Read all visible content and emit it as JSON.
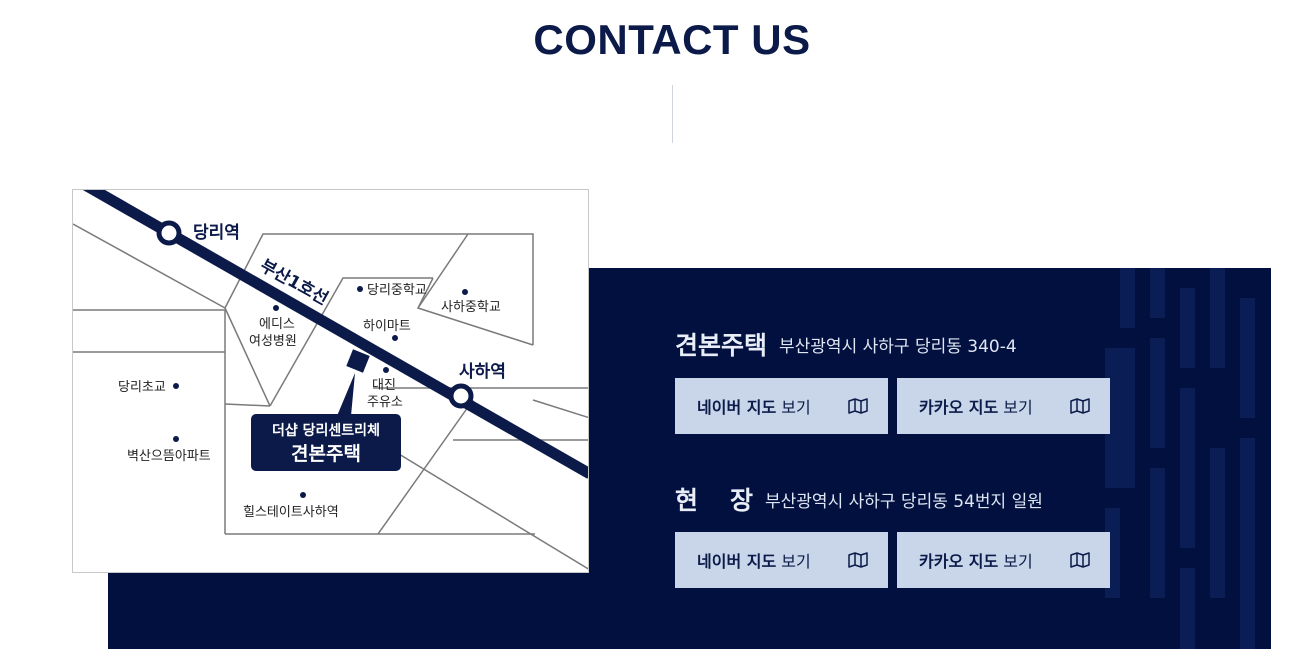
{
  "heading": "CONTACT US",
  "map": {
    "stations": [
      "당리역",
      "사하역"
    ],
    "line_label": "부산1호선",
    "landmarks": [
      "당리중학교",
      "사하중학교",
      "에디스",
      "여성병원",
      "하이마트",
      "대진",
      "주유소",
      "당리초교",
      "벽산으뜸아파트",
      "힐스테이트사하역"
    ],
    "callout_line1": "더샵 당리센트리체",
    "callout_line2": "견본주택"
  },
  "locations": [
    {
      "name": "견본주택",
      "address": "부산광역시 사하구 당리동 340-4",
      "buttons": [
        {
          "bold": "네이버 지도",
          "normal": "보기",
          "icon": "map-icon"
        },
        {
          "bold": "카카오 지도",
          "normal": "보기",
          "icon": "map-icon"
        }
      ]
    },
    {
      "name": "현장",
      "address": "부산광역시 사하구 당리동 54번지 일원",
      "buttons": [
        {
          "bold": "네이버 지도",
          "normal": "보기",
          "icon": "map-icon"
        },
        {
          "bold": "카카오 지도",
          "normal": "보기",
          "icon": "map-icon"
        }
      ]
    }
  ],
  "colors": {
    "navy": "#01103f",
    "button": "#c9d6ea"
  }
}
